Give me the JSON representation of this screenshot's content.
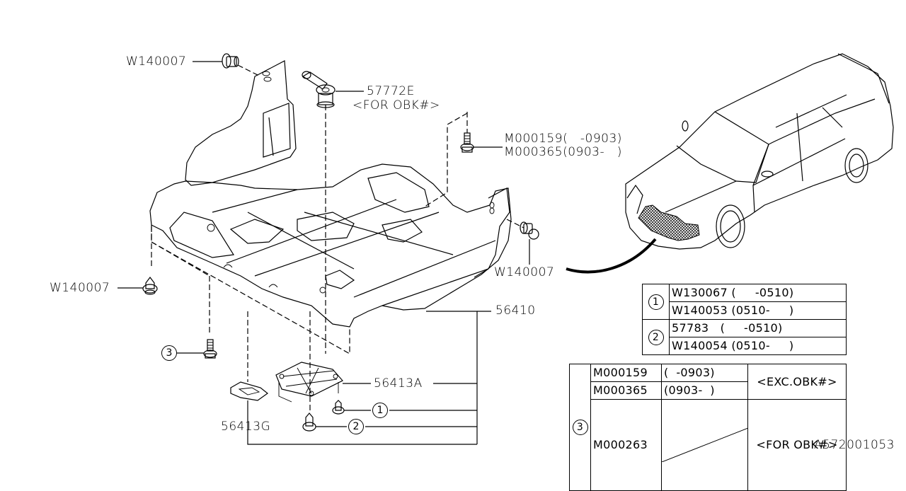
{
  "diagram": {
    "title_code": "A572001053",
    "callouts": {
      "clip_top_left": "W140007",
      "grommet": "57772E",
      "grommet_note": "<FOR OBK#>",
      "bolt_top_line1": "M000159(   -0903)",
      "bolt_top_line2": "M000365(0903-   )",
      "clip_right": "W140007",
      "clip_left": "W140007",
      "under_cover": "56410",
      "cover_plate": "56413A",
      "bracket": "56413G",
      "ref_1": "1",
      "ref_2": "2",
      "ref_3": "3"
    },
    "table_12": {
      "rows": [
        {
          "ref": "1",
          "part": "W130067",
          "range": "(     -0510)"
        },
        {
          "ref": "",
          "part": "W140053",
          "range": "(0510-     )"
        },
        {
          "ref": "2",
          "part": "57783",
          "range": "(     -0510)"
        },
        {
          "ref": "",
          "part": "W140054",
          "range": "(0510-     )"
        }
      ]
    },
    "table_3": {
      "ref": "3",
      "rows": [
        {
          "part": "M000159",
          "range": "(  -0903)"
        },
        {
          "part": "M000365",
          "range": "(0903-  )"
        },
        {
          "part": "M000263",
          "range": ""
        }
      ],
      "notes": [
        "<EXC.OBK#>",
        "<FOR OBK#>"
      ]
    }
  }
}
